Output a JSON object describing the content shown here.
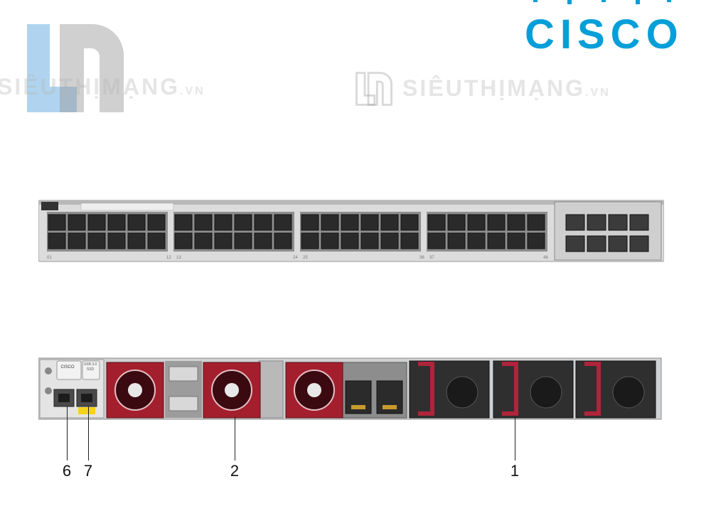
{
  "brand": {
    "name": "CISCO",
    "color": "#049fd9"
  },
  "watermark": {
    "text": "SIÊUTHỊMẠNG",
    "suffix": ".VN",
    "logo_icon": "ln-monogram-icon"
  },
  "front_panel": {
    "port_labels": [
      "01",
      "12",
      "13",
      "24",
      "25",
      "36",
      "37",
      "48"
    ],
    "port_groups": 4,
    "ports_per_group": 12,
    "uplink_module_ports": 8
  },
  "rear_panel": {
    "console_label": "CISCO",
    "usb_label": "USB 3.0 SSD",
    "fan_modules": 3,
    "power_supplies": 3,
    "stack_ports": 2
  },
  "callouts": [
    {
      "label": "6"
    },
    {
      "label": "7"
    },
    {
      "label": "2"
    },
    {
      "label": "1"
    }
  ],
  "colors": {
    "fan_red": "#a41f2e",
    "chassis_gray": "#c9cbcd",
    "usb_yellow": "#f5d21a",
    "psu_handle": "#b0243b"
  }
}
